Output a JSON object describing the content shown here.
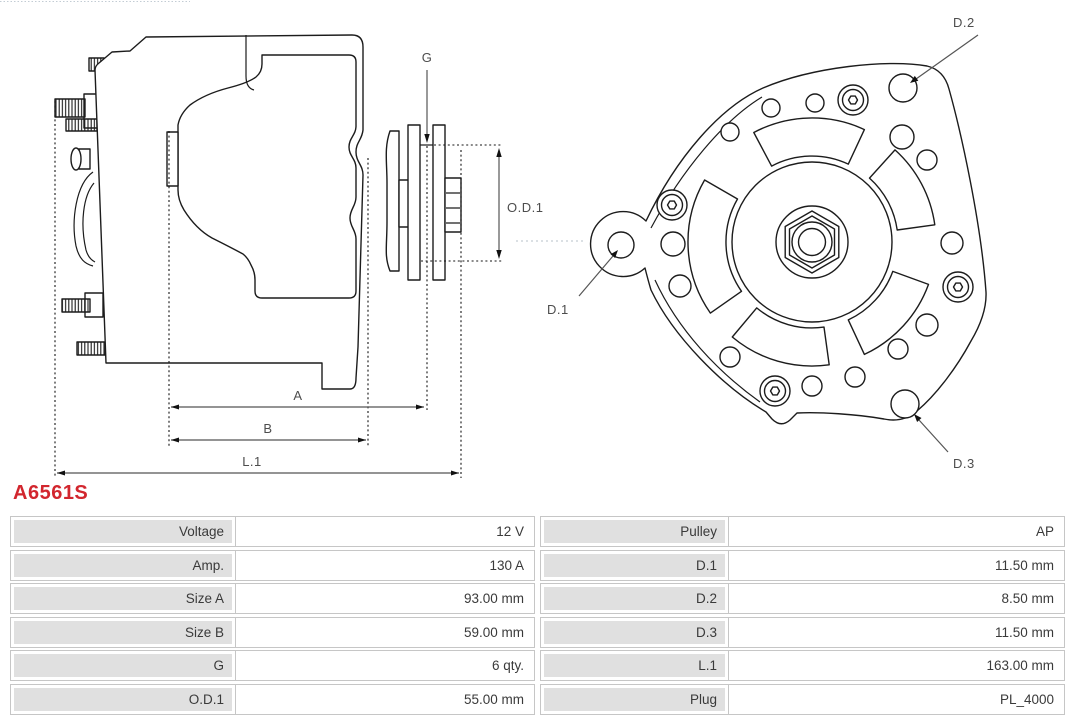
{
  "part_number": "A6561S",
  "drawing": {
    "side_labels": {
      "g": "G",
      "a": "A",
      "b": "B",
      "l1": "L.1",
      "od1": "O.D.1"
    },
    "front_labels": {
      "d1": "D.1",
      "d2": "D.2",
      "d3": "D.3"
    }
  },
  "spec_table": {
    "left": [
      {
        "label": "Voltage",
        "value": "12 V"
      },
      {
        "label": "Amp.",
        "value": "130 A"
      },
      {
        "label": "Size A",
        "value": "93.00 mm"
      },
      {
        "label": "Size B",
        "value": "59.00 mm"
      },
      {
        "label": "G",
        "value": "6 qty."
      },
      {
        "label": "O.D.1",
        "value": "55.00 mm"
      }
    ],
    "right": [
      {
        "label": "Pulley",
        "value": "AP"
      },
      {
        "label": "D.1",
        "value": "11.50 mm"
      },
      {
        "label": "D.2",
        "value": "8.50 mm"
      },
      {
        "label": "D.3",
        "value": "11.50 mm"
      },
      {
        "label": "L.1",
        "value": "163.00 mm"
      },
      {
        "label": "Plug",
        "value": "PL_4000"
      }
    ]
  },
  "colors": {
    "part_number": "#d2262e",
    "line": "#1c1c1c",
    "dimension_text": "#4d4d4d",
    "label_cell_bg": "#e0e0e0",
    "table_border": "#c6c6c6"
  }
}
